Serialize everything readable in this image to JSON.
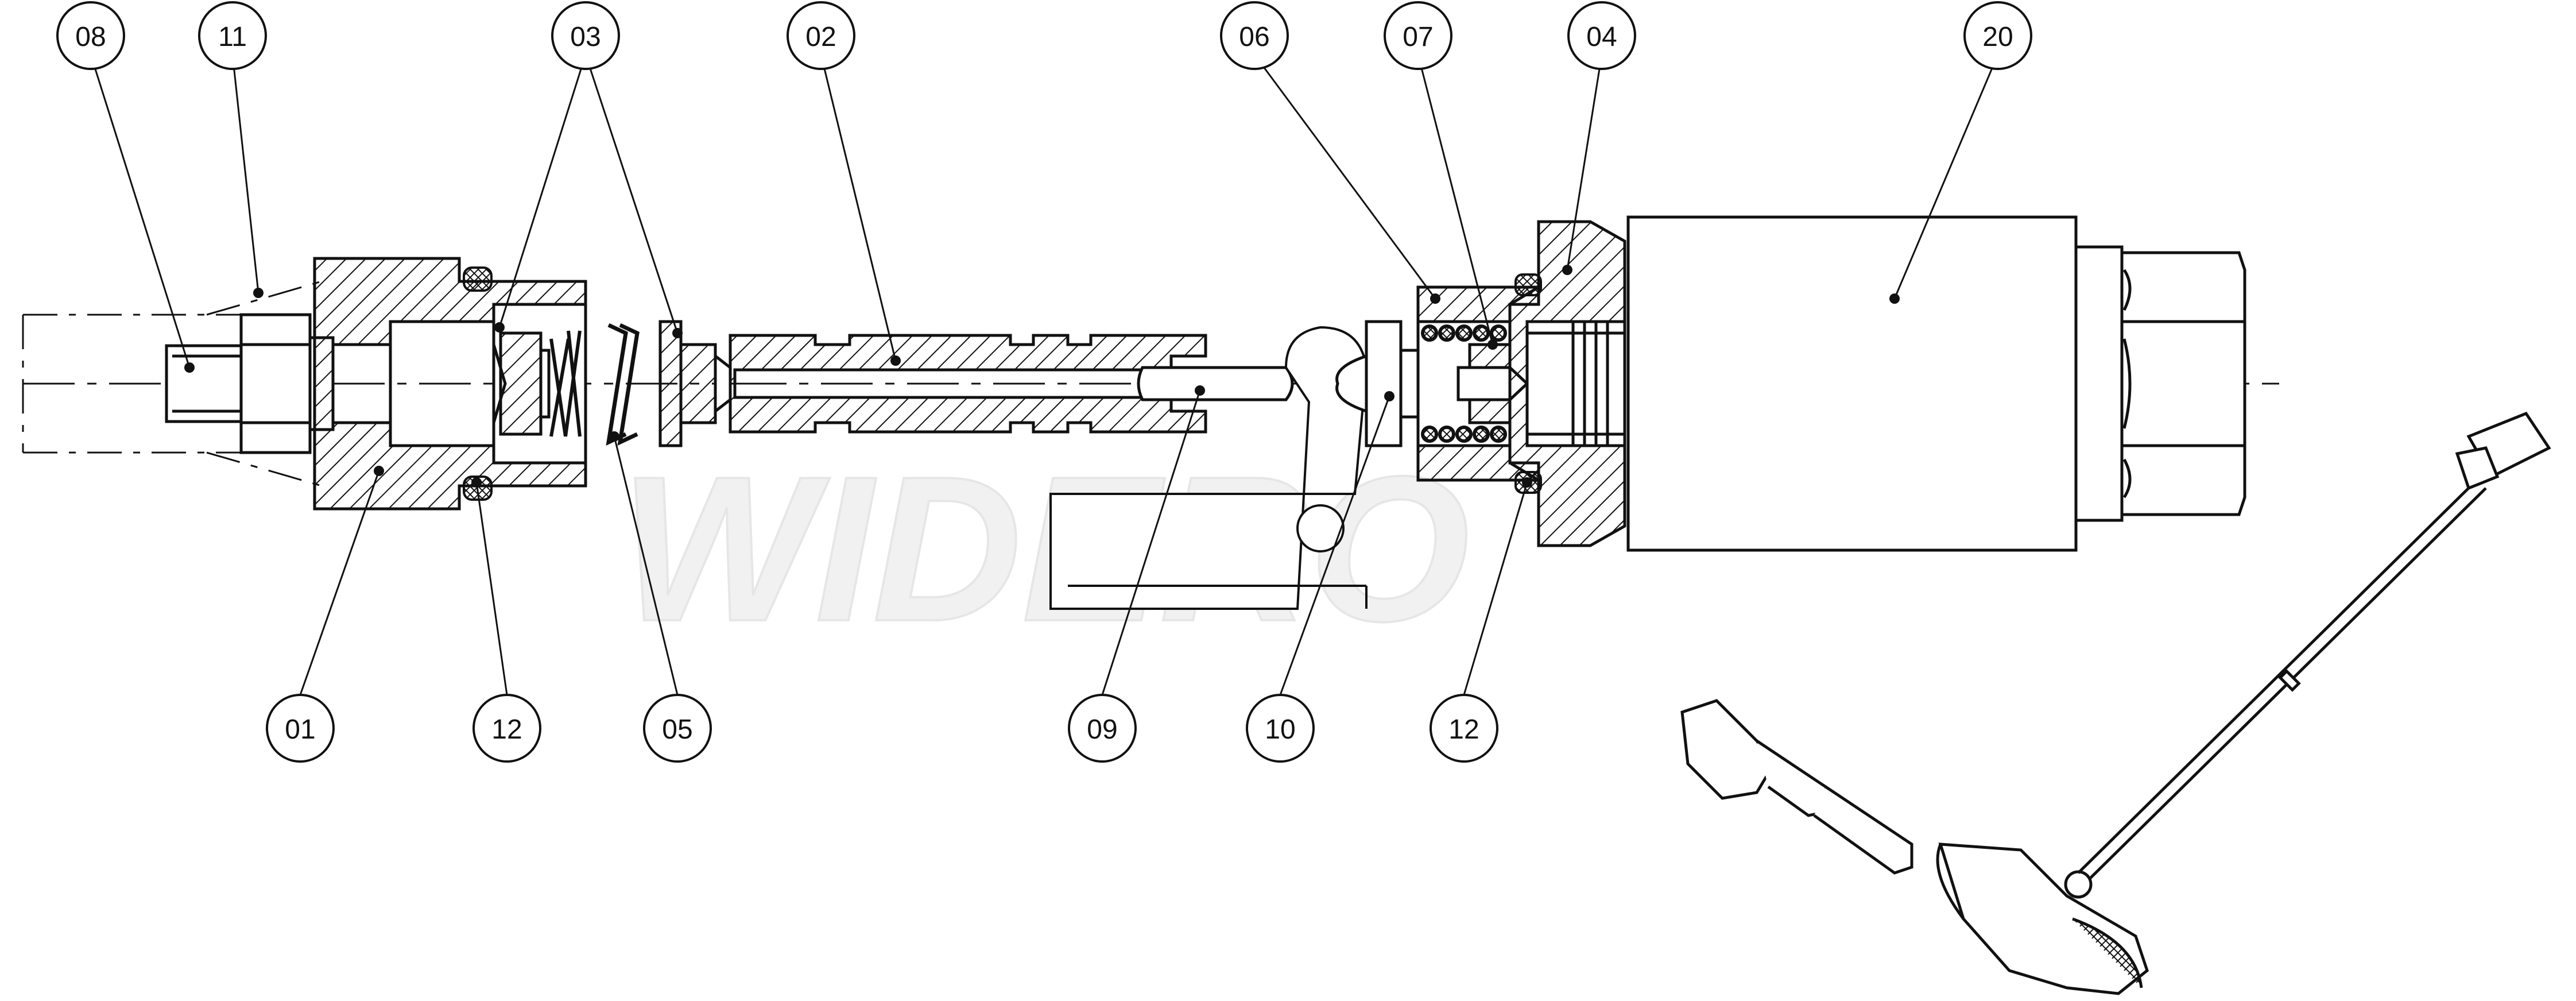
{
  "callouts": [
    {
      "label": "08",
      "row": "top"
    },
    {
      "label": "11",
      "row": "top"
    },
    {
      "label": "03",
      "row": "top"
    },
    {
      "label": "02",
      "row": "top"
    },
    {
      "label": "06",
      "row": "top"
    },
    {
      "label": "07",
      "row": "top"
    },
    {
      "label": "04",
      "row": "top"
    },
    {
      "label": "20",
      "row": "top"
    },
    {
      "label": "01",
      "row": "bottom"
    },
    {
      "label": "12",
      "row": "bottom"
    },
    {
      "label": "05",
      "row": "bottom"
    },
    {
      "label": "09",
      "row": "bottom"
    },
    {
      "label": "10",
      "row": "bottom"
    },
    {
      "label": "12",
      "row": "bottom"
    }
  ],
  "watermark": "WIDERO",
  "colors": {
    "line": "#111111",
    "watermark": "#f1f1f1"
  }
}
